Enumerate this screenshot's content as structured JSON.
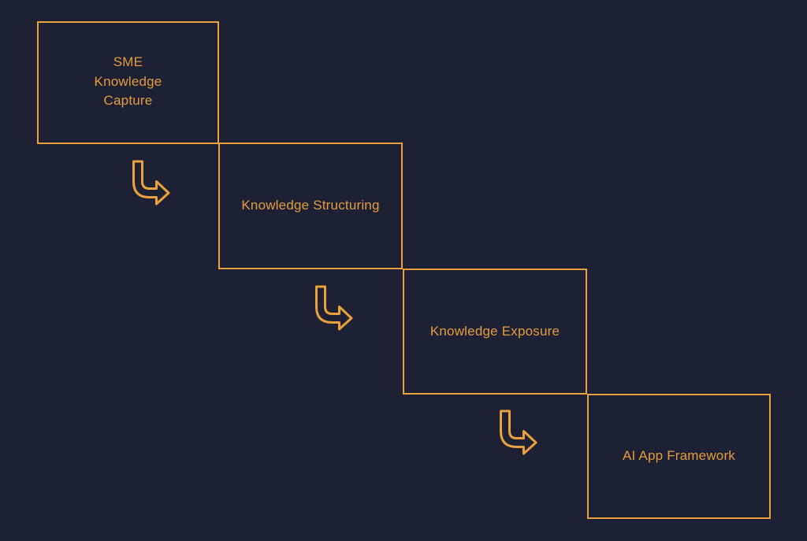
{
  "diagram": {
    "background_color": "#1e2134",
    "accent_color": "#e8a13c",
    "text_color": "#e09c3e",
    "type": "staircase-flow",
    "stages": [
      {
        "id": "sme-knowledge-capture",
        "label": "SME\nKnowledge\nCapture",
        "order": 1
      },
      {
        "id": "knowledge-structuring",
        "label": "Knowledge Structuring",
        "order": 2
      },
      {
        "id": "knowledge-exposure",
        "label": "Knowledge Exposure",
        "order": 3
      },
      {
        "id": "ai-app-framework",
        "label": "AI App Framework",
        "order": 4
      }
    ],
    "connectors": [
      {
        "id": "connector-1",
        "icon": "arrow-turn-down-right-icon",
        "from": "sme-knowledge-capture",
        "to": "knowledge-structuring"
      },
      {
        "id": "connector-2",
        "icon": "arrow-turn-down-right-icon",
        "from": "knowledge-structuring",
        "to": "knowledge-exposure"
      },
      {
        "id": "connector-3",
        "icon": "arrow-turn-down-right-icon",
        "from": "knowledge-exposure",
        "to": "ai-app-framework"
      }
    ]
  }
}
